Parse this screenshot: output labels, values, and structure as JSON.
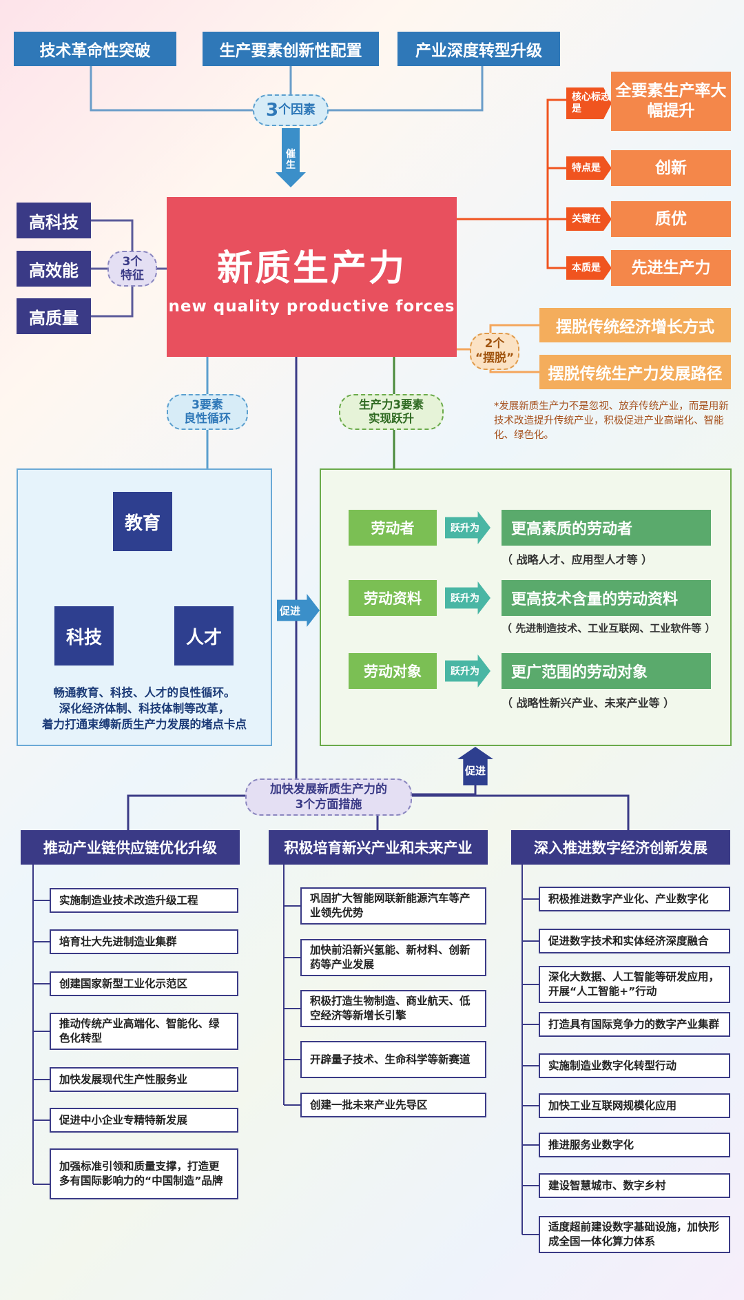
{
  "center": {
    "title": "新质生产力",
    "subtitle": "new quality productive forces"
  },
  "factors": {
    "items": [
      "技术革命性突破",
      "生产要素创新性配置",
      "产业深度转型升级"
    ],
    "pill_num": "3",
    "pill_text": "个因素",
    "arrow_label": "催生"
  },
  "features": {
    "items": [
      "高科技",
      "高效能",
      "高质量"
    ],
    "pill_line1": "3个",
    "pill_line2": "特征"
  },
  "properties": [
    {
      "tag": "核心标志是",
      "text": "全要素生产率大幅提升"
    },
    {
      "tag": "特点是",
      "text": "创新"
    },
    {
      "tag": "关键在",
      "text": "质优"
    },
    {
      "tag": "本质是",
      "text": "先进生产力"
    }
  ],
  "breakaway": {
    "pill_line1": "2个",
    "pill_line2": "“摆脱”",
    "items": [
      "摆脱传统经济增长方式",
      "摆脱传统生产力发展路径"
    ],
    "note": "*发展新质生产力不是忽视、放弃传统产业，而是用新技术改造提升传统产业，积极促进产业高端化、智能化、绿色化。"
  },
  "cycle": {
    "pill_line1": "3要素",
    "pill_line2": "良性循环",
    "nodes": {
      "education": "教育",
      "tech": "科技",
      "talent": "人才"
    },
    "caption_lines": [
      "畅通教育、科技、人才的良性循环。",
      "深化经济体制、科技体制等改革，",
      "着力打通束缚新质生产力发展的堵点卡点"
    ]
  },
  "promote_label": "促进",
  "promote_label2": "促进",
  "leap": {
    "pill_line1": "生产力3要素",
    "pill_line2": "实现跃升",
    "rows": [
      {
        "from": "劳动者",
        "arrow": "跃升为",
        "to": "更高素质的劳动者",
        "detail": "（ 战略人才、应用型人才等 ）"
      },
      {
        "from": "劳动资料",
        "arrow": "跃升为",
        "to": "更高技术含量的劳动资料",
        "detail": "（ 先进制造技术、工业互联网、工业软件等 ）"
      },
      {
        "from": "劳动对象",
        "arrow": "跃升为",
        "to": "更广范围的劳动对象",
        "detail": "（ 战略性新兴产业、未来产业等 ）"
      }
    ]
  },
  "measures": {
    "pill_line1": "加快发展新质生产力的",
    "pill_line2": "3个方面措施",
    "columns": [
      {
        "title": "推动产业链供应链优化升级",
        "items": [
          "实施制造业技术改造升级工程",
          "培育壮大先进制造业集群",
          "创建国家新型工业化示范区",
          "推动传统产业高端化、智能化、绿色化转型",
          "加快发展现代生产性服务业",
          "促进中小企业专精特新发展",
          "加强标准引领和质量支撑，打造更多有国际影响力的“中国制造”品牌"
        ]
      },
      {
        "title": "积极培育新兴产业和未来产业",
        "items": [
          "巩固扩大智能网联新能源汽车等产业领先优势",
          "加快前沿新兴氢能、新材料、创新药等产业发展",
          "积极打造生物制造、商业航天、低空经济等新增长引擎",
          "开辟量子技术、生命科学等新赛道",
          "创建一批未来产业先导区"
        ]
      },
      {
        "title": "深入推进数字经济创新发展",
        "items": [
          "积极推进数字产业化、产业数字化",
          "促进数字技术和实体经济深度融合",
          "深化大数据、人工智能等研发应用，开展“人工智能+”行动",
          "打造具有国际竞争力的数字产业集群",
          "实施制造业数字化转型行动",
          "加快工业互联网规模化应用",
          "推进服务业数字化",
          "建设智慧城市、数字乡村",
          "适度超前建设数字基础设施，加快形成全国一体化算力体系"
        ]
      }
    ]
  }
}
